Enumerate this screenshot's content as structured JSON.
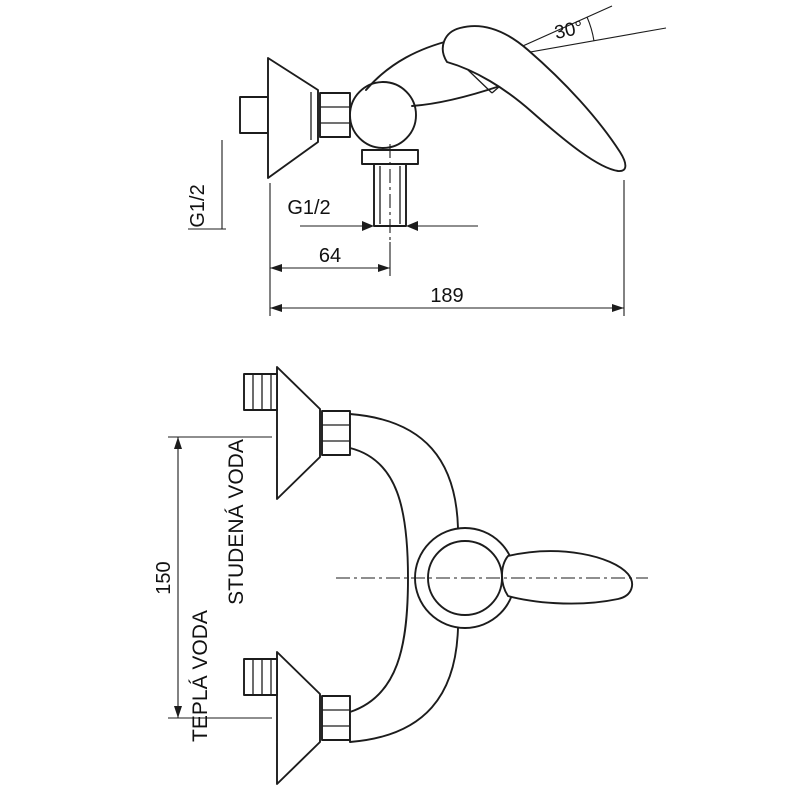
{
  "page": {
    "background": "#ffffff",
    "line_color": "#1c1c1c"
  },
  "side_view": {
    "angle_label": "30°",
    "wall_thread_label": "G1/2",
    "outlet_thread_label": "G1/2",
    "outlet_offset_label": "64",
    "total_length_label": "189"
  },
  "plan_view": {
    "spacing_label": "150",
    "cold_water_label": "STUDENÁ VODA",
    "hot_water_label": "TEPLÁ VODA"
  }
}
